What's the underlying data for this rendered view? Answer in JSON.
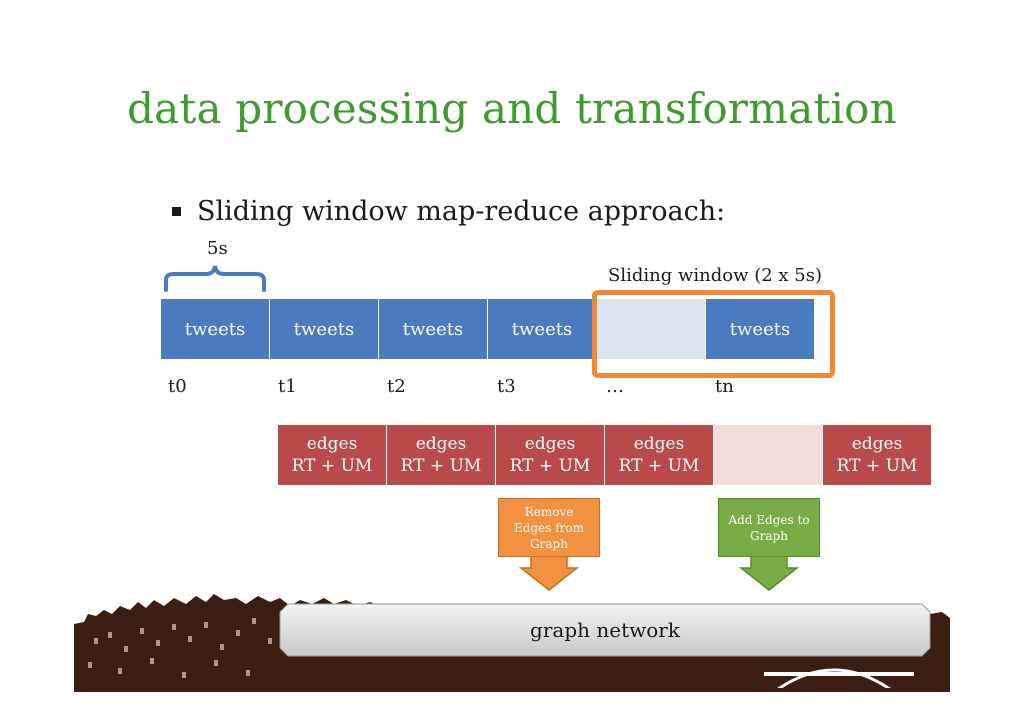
{
  "title": "data processing and transformation",
  "bullet": "Sliding window map-reduce approach:",
  "interval_label": "5s",
  "window_label": "Sliding window (2 x 5s)",
  "tweet_cells": [
    "tweets",
    "tweets",
    "tweets",
    "tweets",
    "",
    "tweets"
  ],
  "time_labels": [
    "t0",
    "t1",
    "t2",
    "t3",
    "…",
    "tn"
  ],
  "edge_cells": [
    {
      "line1": "edges",
      "line2": "RT + UM"
    },
    {
      "line1": "edges",
      "line2": "RT + UM"
    },
    {
      "line1": "edges",
      "line2": "RT + UM"
    },
    {
      "line1": "edges",
      "line2": "RT + UM"
    },
    {
      "line1": "",
      "line2": ""
    },
    {
      "line1": "edges",
      "line2": "RT + UM"
    }
  ],
  "remove_label": "Remove Edges from Graph",
  "add_label": "Add Edges to Graph",
  "graph_label": "graph network",
  "colors": {
    "title": "#3f9a2f",
    "tweet_block": "#4a7bbf",
    "edge_block": "#b84a4a",
    "window": "#f28a35",
    "remove": "#f2913f",
    "add": "#78ad45"
  }
}
